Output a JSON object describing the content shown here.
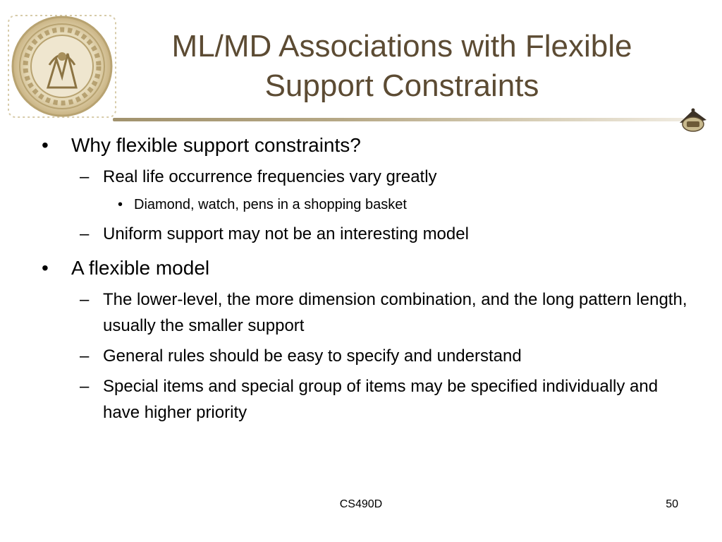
{
  "slide": {
    "title_line1": "ML/MD Associations with Flexible",
    "title_line2": "Support Constraints",
    "bullets": {
      "b1": {
        "marker": "•",
        "text": "Why flexible support constraints?"
      },
      "b1_1": {
        "marker": "–",
        "text": "Real life occurrence frequencies vary greatly"
      },
      "b1_1_1": {
        "marker": "•",
        "text": "Diamond, watch, pens in a shopping basket"
      },
      "b1_2": {
        "marker": "–",
        "text": "Uniform support may not be an interesting model"
      },
      "b2": {
        "marker": "•",
        "text": "A flexible model"
      },
      "b2_1": {
        "marker": "–",
        "text": "The lower-level, the more dimension combination, and the long pattern length, usually the smaller support"
      },
      "b2_2": {
        "marker": "–",
        "text": "General rules should be easy to specify and understand"
      },
      "b2_3": {
        "marker": "–",
        "text": "Special items and special group of items may be specified individually and have higher priority"
      }
    },
    "footer": {
      "course": "CS490D",
      "page_number": "50"
    }
  },
  "colors": {
    "title": "#5c4b33",
    "seal_gold": "#b8a371",
    "rule": "#a1926d"
  },
  "icons": {
    "left_logo": "purdue-university-seal",
    "right_logo": "purdue-pete-icon"
  }
}
